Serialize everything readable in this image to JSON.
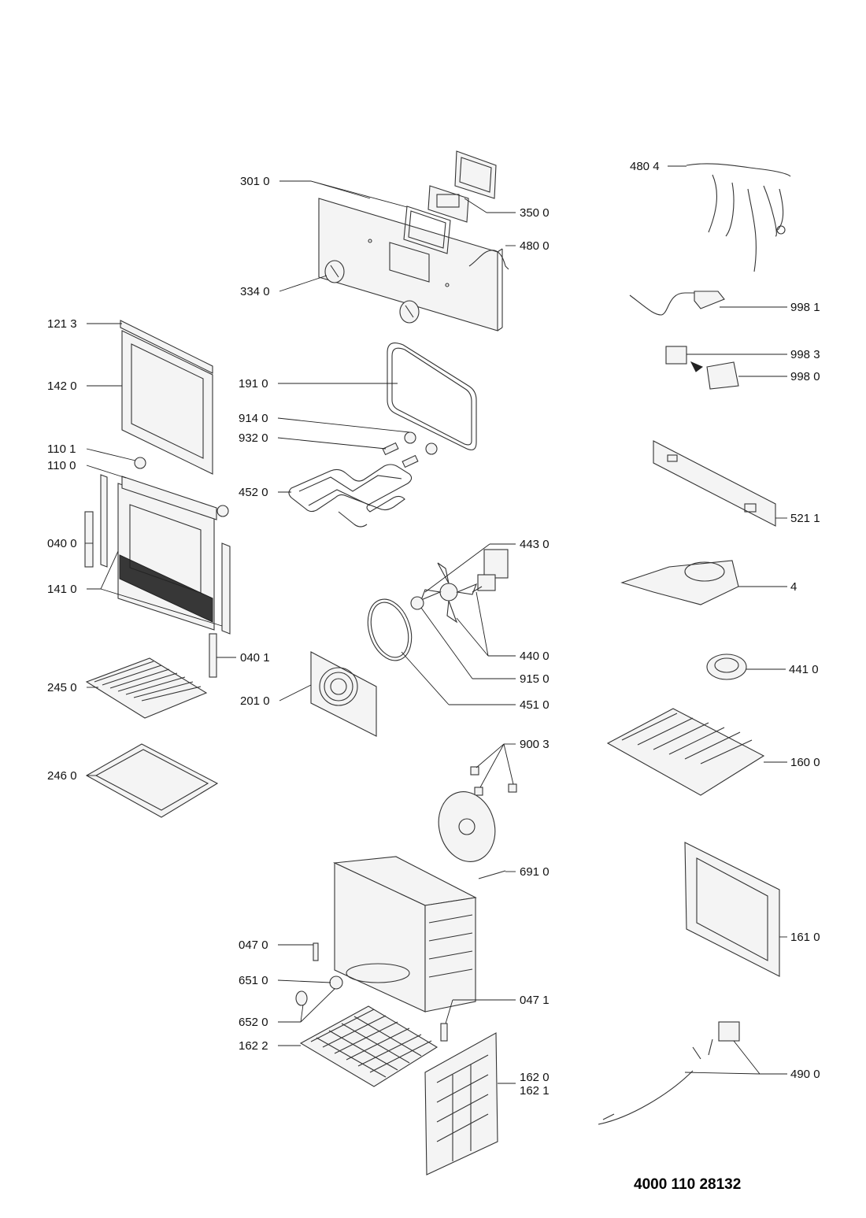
{
  "document_number": "4000 110 28132",
  "part_labels": {
    "p3010": "301 0",
    "p3500": "350 0",
    "p4800": "480 0",
    "p3340": "334 0",
    "p4804": "480 4",
    "p9981": "998 1",
    "p9983": "998 3",
    "p9980": "998 0",
    "p1213": "121 3",
    "p1420": "142 0",
    "p1910": "191 0",
    "p9140": "914 0",
    "p9320": "932 0",
    "p1101": "110 1",
    "p1100": "110 0",
    "p4520": "452 0",
    "p5211": "521 1",
    "p0400": "040 0",
    "p4430": "443 0",
    "p1410": "141 0",
    "p4": "4",
    "p4400": "440 0",
    "p0401": "040 1",
    "p9150": "915 0",
    "p4410": "441 0",
    "p2450": "245 0",
    "p2010": "201 0",
    "p4510": "451 0",
    "p9003": "900 3",
    "p1600": "160 0",
    "p2460": "246 0",
    "p6910": "691 0",
    "p0470": "047 0",
    "p1610": "161 0",
    "p6510": "651 0",
    "p0471": "047 1",
    "p6520": "652 0",
    "p1622": "162 2",
    "p4900": "490 0",
    "p1620": "162 0",
    "p1621": "162 1"
  }
}
